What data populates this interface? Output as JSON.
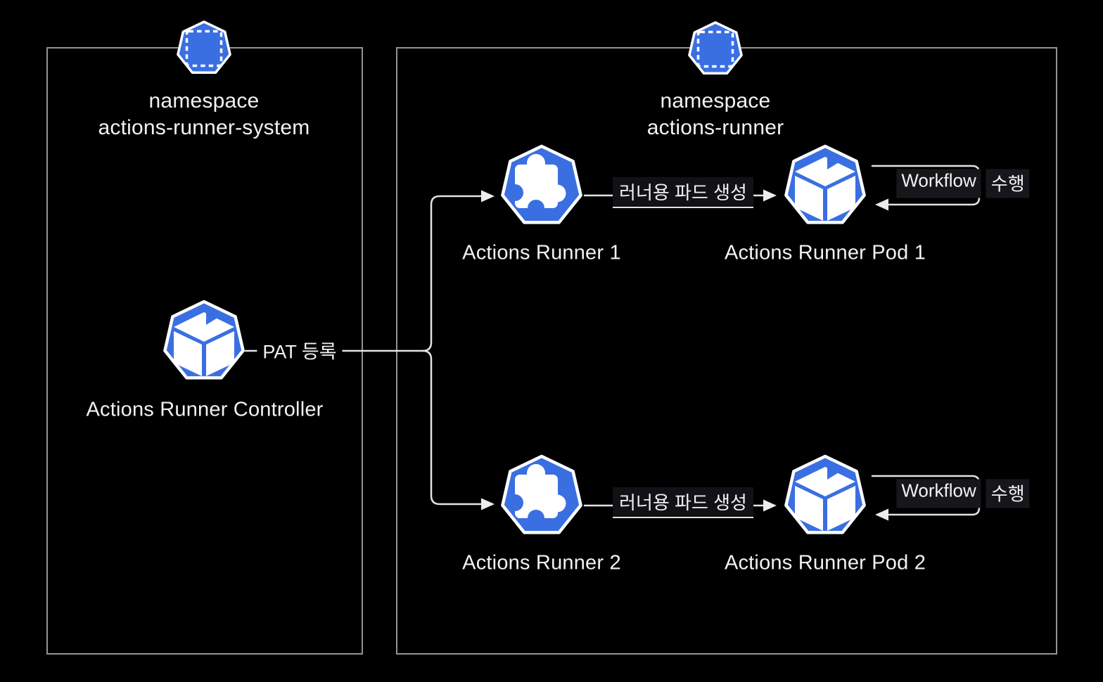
{
  "colors": {
    "background": "#000000",
    "node_blue": "#3a6fe2",
    "box_border": "#939393",
    "edge_line": "#e3e3e3",
    "edge_label_bg": "#17171b",
    "text": "#f2f2f2"
  },
  "left_panel": {
    "namespace_title": "namespace",
    "namespace_name": "actions-runner-system",
    "controller_label": "Actions Runner Controller",
    "pat_edge_label": "PAT 등록"
  },
  "right_panel": {
    "namespace_title": "namespace",
    "namespace_name": "actions-runner",
    "rows": [
      {
        "runner_label": "Actions Runner 1",
        "pod_label": "Actions Runner Pod 1",
        "create_edge_label": "러너용 파드 생성",
        "workflow_word": "Workflow",
        "workflow_action": "수행"
      },
      {
        "runner_label": "Actions Runner 2",
        "pod_label": "Actions Runner Pod 2",
        "create_edge_label": "러너용 파드 생성",
        "workflow_word": "Workflow",
        "workflow_action": "수행"
      }
    ]
  }
}
